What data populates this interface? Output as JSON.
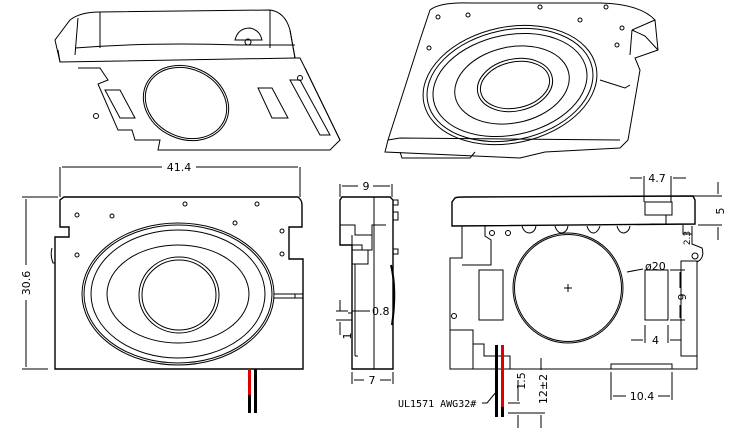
{
  "title": "Oval speaker mechanical drawing",
  "colors": {
    "line": "#000000",
    "wire_red": "#e00000",
    "wire_black": "#000000"
  },
  "front_view": {
    "width_label": "41.4",
    "height_label": "30.6"
  },
  "side_view": {
    "thickness_top_label": "9",
    "thickness_bottom_label": "7",
    "tab_label": "0.8",
    "tab_height_label": "1"
  },
  "back_view": {
    "top_width_label": "4.7",
    "top_height_label": "5",
    "small_label": "2.3",
    "diameter_label": "ø20",
    "slot_height_label": "9",
    "slot_width_label": "4",
    "bottom_width_label": "10.4",
    "wire_strip_label": "1.5",
    "wire_length_label": "12±2",
    "wire_spec_label": "UL1571  AWG32#"
  }
}
